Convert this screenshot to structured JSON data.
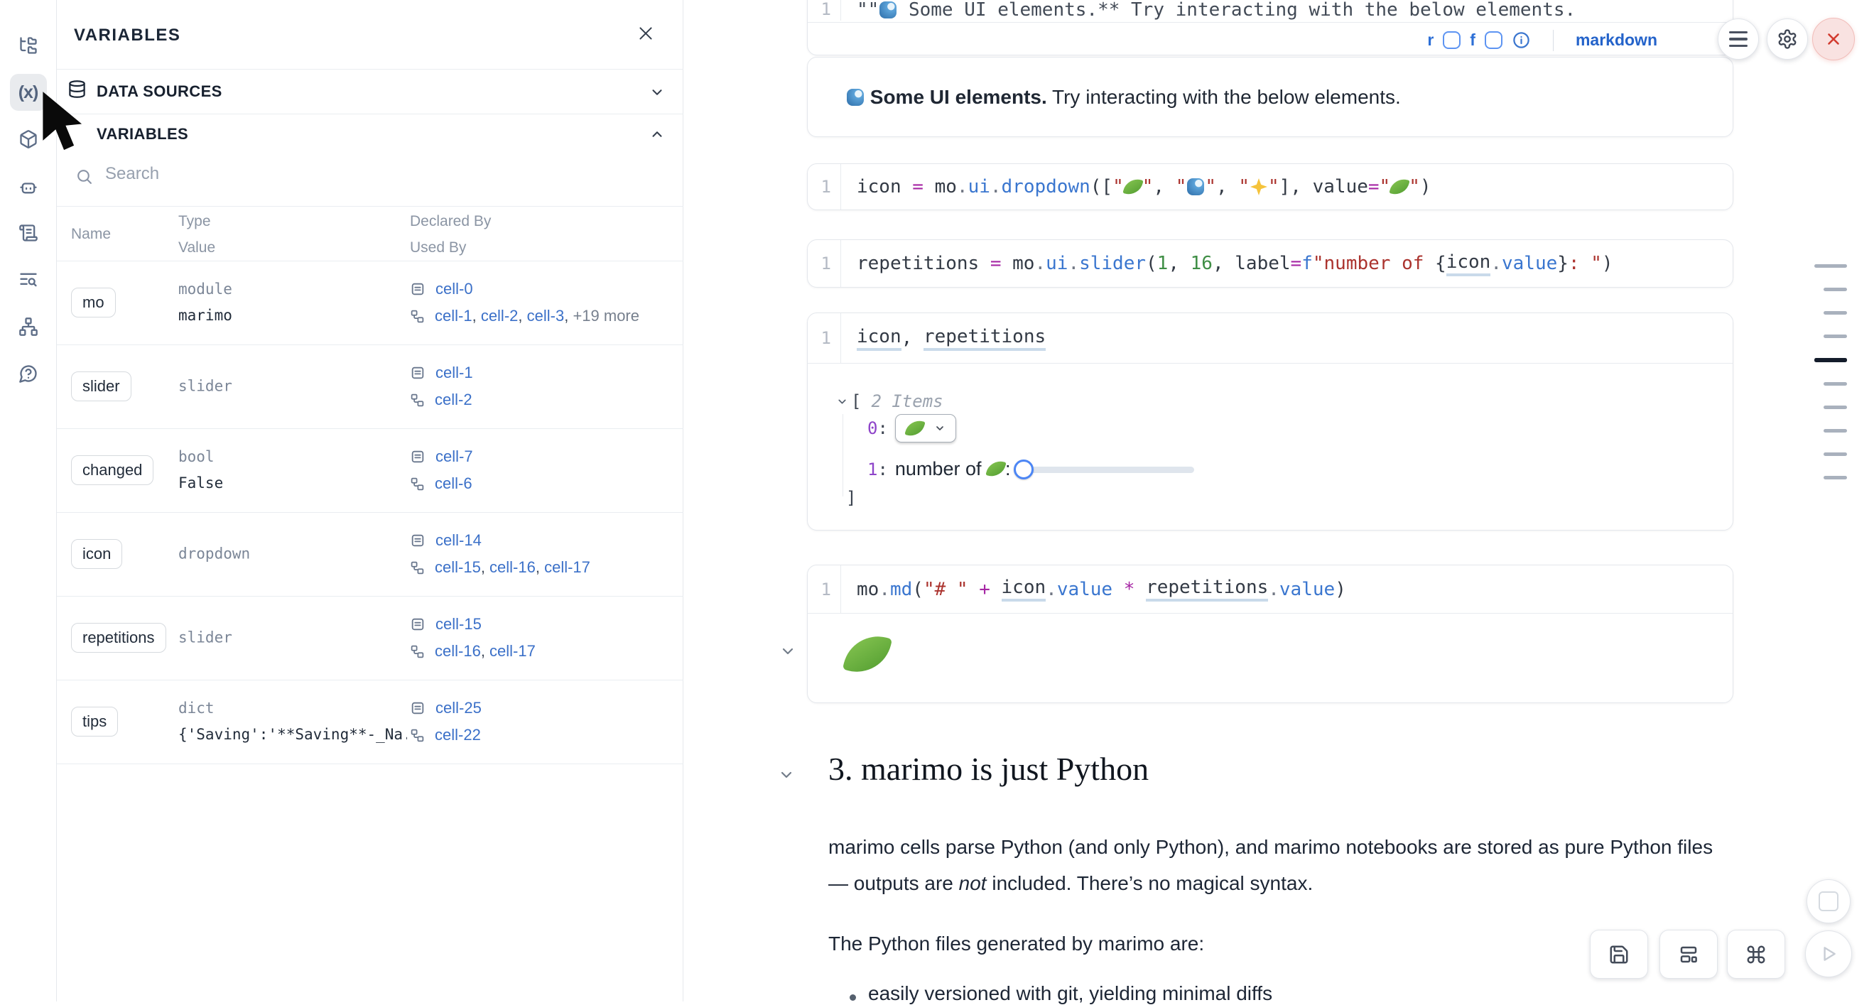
{
  "rail": {
    "icons": [
      {
        "name": "file-explorer",
        "selected": false
      },
      {
        "name": "variables",
        "selected": true,
        "glyph": "(x)"
      },
      {
        "name": "packages",
        "selected": false
      },
      {
        "name": "ai-assistant",
        "selected": false
      },
      {
        "name": "scratchpad",
        "selected": false
      },
      {
        "name": "logs-search",
        "selected": false
      },
      {
        "name": "dependency-graph",
        "selected": false
      },
      {
        "name": "help",
        "selected": false
      }
    ]
  },
  "panel": {
    "title": "VARIABLES",
    "close_icon": "x-icon",
    "sections": [
      {
        "label": "DATA SOURCES",
        "icon": "database-icon",
        "state": "collapsed"
      },
      {
        "label": "VARIABLES",
        "icon": "variables-icon",
        "state": "expanded"
      }
    ],
    "search": {
      "placeholder": "Search",
      "icon": "search-icon"
    },
    "table": {
      "headers": {
        "name": "Name",
        "type": "Type",
        "value": "Value",
        "declared": "Declared By",
        "used": "Used By"
      },
      "rows": [
        {
          "name": "mo",
          "type": "module",
          "value": "marimo",
          "declared": {
            "cells": [
              "cell-0"
            ]
          },
          "used": {
            "cells": [
              "cell-1",
              "cell-2",
              "cell-3"
            ],
            "more": "+19 more"
          }
        },
        {
          "name": "slider",
          "type": "slider",
          "value": "",
          "declared": {
            "cells": [
              "cell-1"
            ]
          },
          "used": {
            "cells": [
              "cell-2"
            ]
          }
        },
        {
          "name": "changed",
          "type": "bool",
          "value": "False",
          "declared": {
            "cells": [
              "cell-7"
            ]
          },
          "used": {
            "cells": [
              "cell-6"
            ]
          }
        },
        {
          "name": "icon",
          "type": "dropdown",
          "value": "",
          "declared": {
            "cells": [
              "cell-14"
            ]
          },
          "used": {
            "cells": [
              "cell-15",
              "cell-16",
              "cell-17"
            ]
          }
        },
        {
          "name": "repetitions",
          "type": "slider",
          "value": "",
          "declared": {
            "cells": [
              "cell-15"
            ]
          },
          "used": {
            "cells": [
              "cell-16",
              "cell-17"
            ]
          }
        },
        {
          "name": "tips",
          "type": "dict",
          "value": "{'Saving':'**Saving**-_Na...",
          "declared": {
            "cells": [
              "cell-25"
            ]
          },
          "used": {
            "cells": [
              "cell-22"
            ]
          }
        }
      ]
    }
  },
  "notebook": {
    "cell_top": {
      "line_no": "1",
      "tokens": [
        [
          "md",
          "\"\""
        ],
        [
          "em-wave",
          ""
        ],
        [
          "md",
          " Some UI elements.** Try interacting with the below elements."
        ]
      ],
      "footer": {
        "run_marker": "r",
        "format_marker": "f",
        "language": "markdown"
      }
    },
    "out_banner": {
      "tokens": [
        [
          "em-wave",
          ""
        ],
        [
          "t",
          " "
        ],
        [
          "b",
          "Some UI elements."
        ],
        [
          "t",
          " Try interacting with the below elements."
        ]
      ]
    },
    "cell_dropdown": {
      "line_no": "1",
      "tokens": [
        [
          "v",
          "icon"
        ],
        [
          "sp",
          " "
        ],
        [
          "o",
          "="
        ],
        [
          "sp",
          " "
        ],
        [
          "v",
          "mo"
        ],
        [
          "d",
          "."
        ],
        [
          "at",
          "ui"
        ],
        [
          "d",
          "."
        ],
        [
          "at",
          "dropdown"
        ],
        [
          "p",
          "(["
        ],
        [
          "s",
          "\""
        ],
        [
          "em-leaf",
          ""
        ],
        [
          "s",
          "\""
        ],
        [
          "p",
          ", "
        ],
        [
          "s",
          "\""
        ],
        [
          "em-wave",
          ""
        ],
        [
          "s",
          "\""
        ],
        [
          "p",
          ", "
        ],
        [
          "s",
          "\""
        ],
        [
          "em-spark",
          ""
        ],
        [
          "s",
          "\""
        ],
        [
          "p",
          "], "
        ],
        [
          "v",
          "value"
        ],
        [
          "o",
          "="
        ],
        [
          "s",
          "\""
        ],
        [
          "em-leaf",
          ""
        ],
        [
          "s",
          "\""
        ],
        [
          "p",
          ")"
        ]
      ]
    },
    "cell_slider": {
      "line_no": "1",
      "tokens": [
        [
          "v",
          "repetitions"
        ],
        [
          "sp",
          " "
        ],
        [
          "o",
          "="
        ],
        [
          "sp",
          " "
        ],
        [
          "v",
          "mo"
        ],
        [
          "d",
          "."
        ],
        [
          "at",
          "ui"
        ],
        [
          "d",
          "."
        ],
        [
          "at",
          "slider"
        ],
        [
          "p",
          "("
        ],
        [
          "n",
          "1"
        ],
        [
          "p",
          ", "
        ],
        [
          "n",
          "16"
        ],
        [
          "p",
          ", "
        ],
        [
          "v",
          "label"
        ],
        [
          "o",
          "="
        ],
        [
          "fp",
          "f"
        ],
        [
          "s",
          "\"number of "
        ],
        [
          "p",
          "{"
        ],
        [
          "u",
          "icon"
        ],
        [
          "d",
          "."
        ],
        [
          "at",
          "value"
        ],
        [
          "p",
          "}"
        ],
        [
          "s",
          ": \""
        ],
        [
          "p",
          ")"
        ]
      ]
    },
    "cell_expr": {
      "line_no": "1",
      "tokens": [
        [
          "u",
          "icon"
        ],
        [
          "p",
          ", "
        ],
        [
          "u",
          "repetitions"
        ]
      ],
      "output": {
        "bracket_open": "[",
        "items_label": "2 Items",
        "item0_index": "0",
        "item1_index": "1",
        "index_separator": ":",
        "dropdown_value": "leaf-emoji",
        "slider_label_tokens": [
          [
            "t",
            "number of "
          ],
          [
            "em-leaf",
            ""
          ],
          [
            "t",
            ": "
          ]
        ],
        "bracket_close": "]"
      }
    },
    "cell_md": {
      "line_no": "1",
      "tokens": [
        [
          "v",
          "mo"
        ],
        [
          "d",
          "."
        ],
        [
          "at",
          "md"
        ],
        [
          "p",
          "("
        ],
        [
          "s",
          "\"# \""
        ],
        [
          "sp",
          " "
        ],
        [
          "o",
          "+"
        ],
        [
          "sp",
          " "
        ],
        [
          "u",
          "icon"
        ],
        [
          "d",
          "."
        ],
        [
          "at",
          "value"
        ],
        [
          "sp",
          " "
        ],
        [
          "o",
          "*"
        ],
        [
          "sp",
          " "
        ],
        [
          "u",
          "repetitions"
        ],
        [
          "d",
          "."
        ],
        [
          "at",
          "value"
        ],
        [
          "p",
          ")"
        ]
      ],
      "output_emoji": "leaf-emoji"
    },
    "heading": "3. marimo is just Python",
    "para1": {
      "before": "marimo cells parse Python (and only Python), and marimo notebooks are stored as pure Python files — outputs are ",
      "italic": "not",
      "after": " included. There’s no magical syntax."
    },
    "para2": "The Python files generated by marimo are:",
    "bullet1": "easily versioned with git, yielding minimal diffs"
  },
  "controls": {
    "top_right": [
      "menu",
      "settings",
      "shutdown"
    ],
    "bottom_right_squares": [
      "save",
      "layout",
      "keyboard-shortcuts"
    ],
    "bottom_right_circles": [
      "stop",
      "run"
    ]
  },
  "minimap": {
    "lines": [
      {
        "style": "long"
      },
      {
        "style": "normal"
      },
      {
        "style": "normal"
      },
      {
        "style": "normal"
      },
      {
        "style": "active"
      },
      {
        "style": "normal"
      },
      {
        "style": "normal"
      },
      {
        "style": "normal"
      },
      {
        "style": "normal"
      },
      {
        "style": "normal"
      }
    ]
  }
}
